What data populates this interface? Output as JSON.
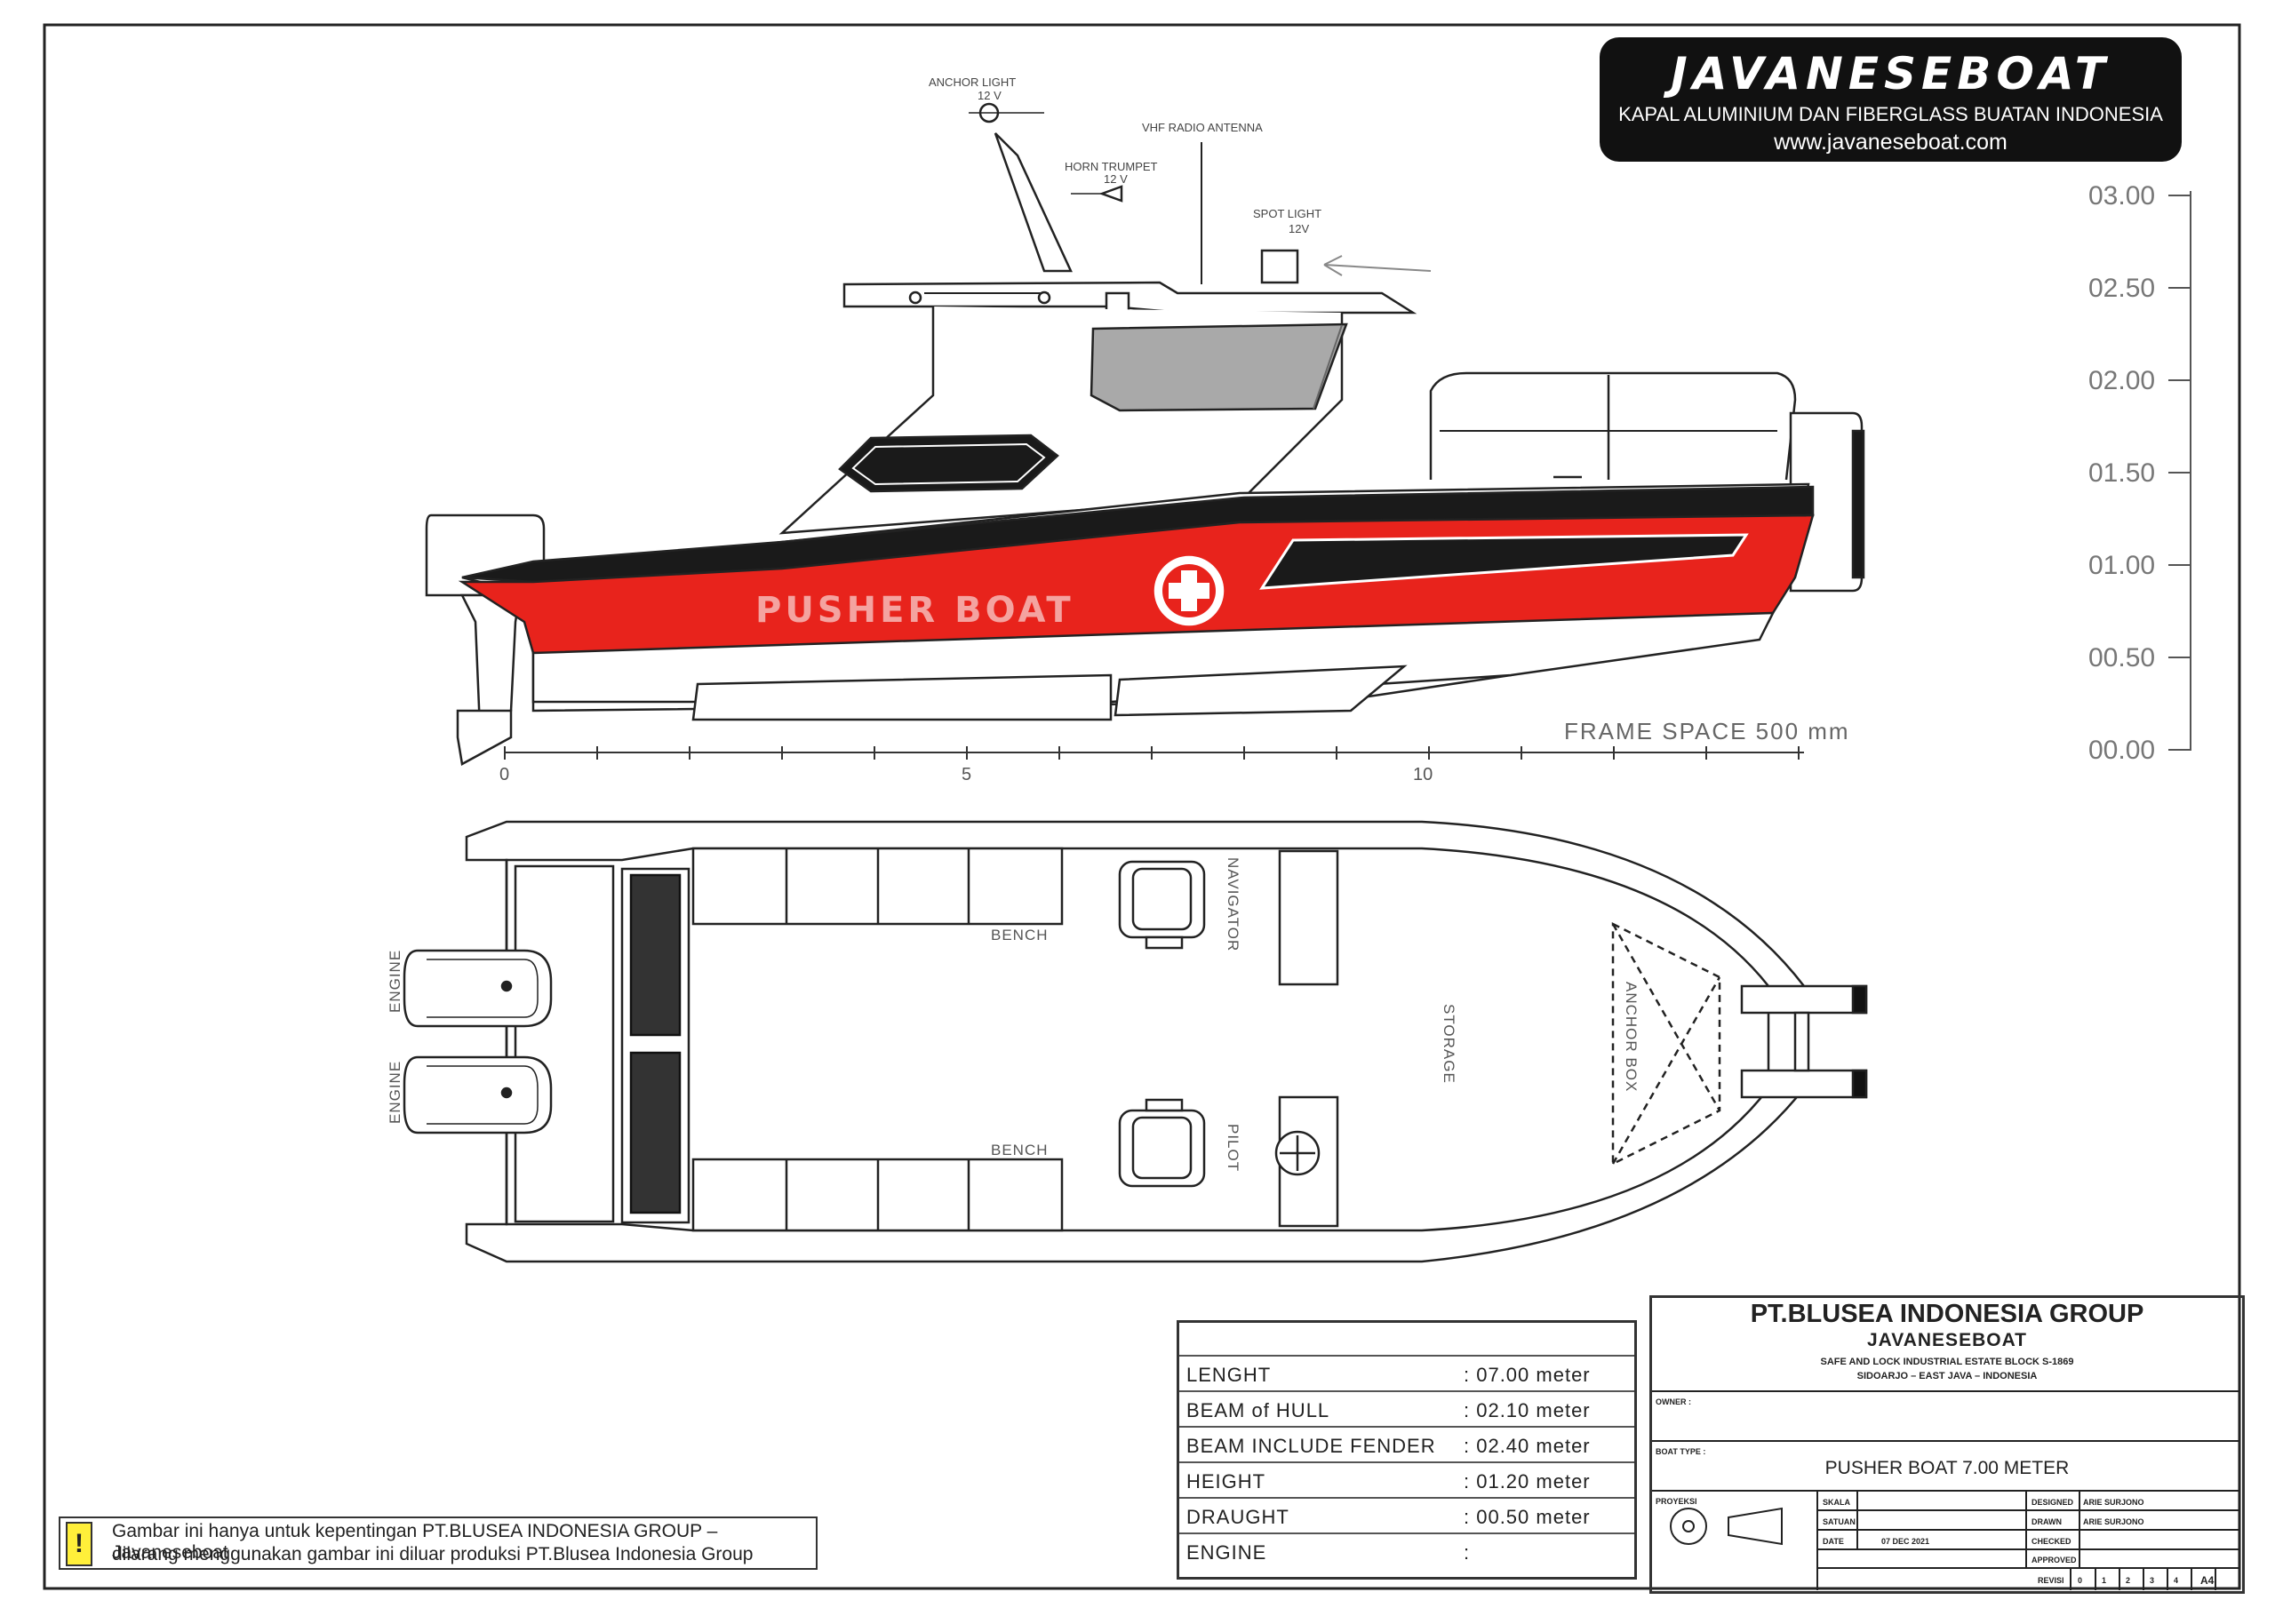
{
  "header": {
    "brand": "JAVANESEBOAT",
    "subtitle": "KAPAL ALUMINIUM DAN FIBERGLASS BUATAN INDONESIA",
    "url": "www.javaneseboat.com"
  },
  "side_view": {
    "callouts": {
      "anchor_light": "ANCHOR LIGHT",
      "anchor_light_v": "12 V",
      "horn": "HORN TRUMPET",
      "horn_v": "12 V",
      "vhf": "VHF RADIO ANTENNA",
      "spot": "SPOT LIGHT",
      "spot_v": "12V"
    },
    "hull_text": "PUSHER BOAT",
    "frame_space": "FRAME SPACE   500 mm",
    "frame_ticks": [
      "0",
      "5",
      "10"
    ],
    "height_scale": [
      "03.00",
      "02.50",
      "02.00",
      "01.50",
      "01.00",
      "00.50",
      "00.00"
    ],
    "colors": {
      "hull": "#e8231c",
      "stripe": "#1a1a1a",
      "glass": "#a9a9a9"
    }
  },
  "top_view": {
    "labels": {
      "engine1": "ENGINE",
      "engine2": "ENGINE",
      "bench_top": "BENCH",
      "bench_bottom": "BENCH",
      "navigator": "NAVIGATOR",
      "pilot": "PILOT",
      "storage": "STORAGE",
      "anchor_box": "ANCHOR BOX"
    }
  },
  "specs": [
    {
      "label": "LENGHT",
      "value": ": 07.00  meter"
    },
    {
      "label": "BEAM  of  HULL",
      "value": ": 02.10  meter"
    },
    {
      "label": "BEAM  INCLUDE  FENDER",
      "value": ": 02.40  meter"
    },
    {
      "label": "HEIGHT",
      "value": ": 01.20  meter"
    },
    {
      "label": "DRAUGHT",
      "value": ": 00.50  meter"
    },
    {
      "label": "ENGINE",
      "value": ":"
    }
  ],
  "notice": {
    "line1": "Gambar ini hanya untuk kepentingan PT.BLUSEA INDONESIA GROUP – Javaneseboat",
    "line2": "dilarang menggunakan gambar ini diluar produksi PT.Blusea Indonesia Group",
    "icon": "warning-icon"
  },
  "title_block": {
    "company": "PT.BLUSEA INDONESIA GROUP",
    "brand": "JAVANESEBOAT",
    "address1": "SAFE AND LOCK INDUSTRIAL ESTATE BLOCK S-1869",
    "address2": "SIDOARJO – EAST JAVA – INDONESIA",
    "owner_label": "OWNER :",
    "boat_type_label": "BOAT TYPE :",
    "boat_type": "PUSHER BOAT 7.00 METER",
    "proyeksi": "PROYEKSI",
    "skala": "SKALA",
    "satuan": "SATUAN",
    "date_label": "DATE",
    "date": "07 DEC 2021",
    "designed_label": "DESIGNED",
    "designed": "ARIE SURJONO",
    "drawn_label": "DRAWN",
    "drawn": "ARIE SURJONO",
    "checked_label": "CHECKED",
    "approved_label": "APPROVED",
    "revisi_label": "REVISI",
    "revisions": [
      "0",
      "1",
      "2",
      "3",
      "4"
    ],
    "paper": "A4"
  }
}
